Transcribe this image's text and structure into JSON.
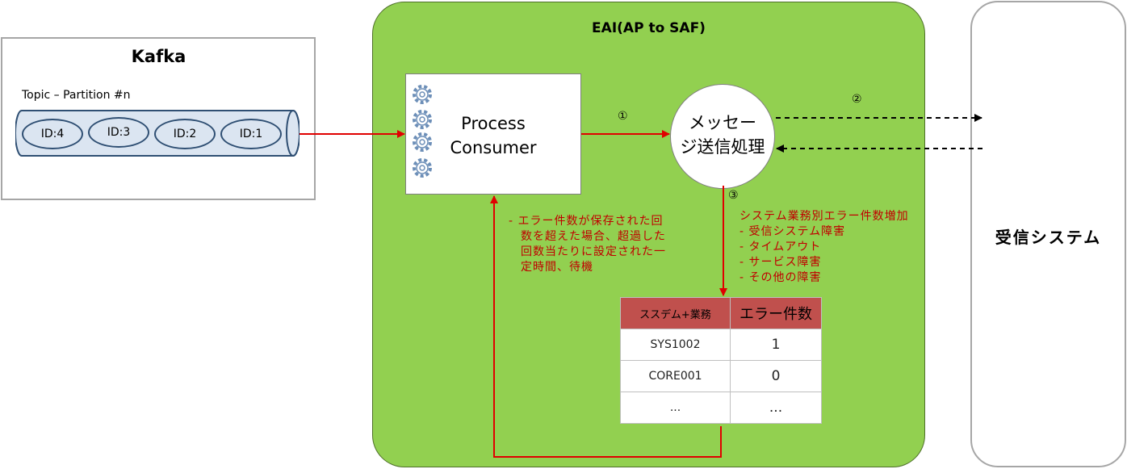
{
  "kafka": {
    "title": "Kafka",
    "topic_label": "Topic – Partition #n",
    "ids": [
      "ID:4",
      "ID:3",
      "ID:2",
      "ID:1"
    ]
  },
  "eai": {
    "title": "EAI(AP to SAF)"
  },
  "consumer": {
    "label": "Process\nConsumer"
  },
  "message": {
    "label": "メッセー\nジ送信処理"
  },
  "receiver": {
    "label": "受信システム"
  },
  "steps": {
    "one": "①",
    "two": "②",
    "three": "③"
  },
  "wait_note": "- エラー件数が保存された回\n　数を超えた場合、超過した\n　回数当たりに設定された一\n　定時間、待機",
  "error_note": "システム業務別エラー件数増加\n  - 受信システム障害\n  - タイムアウト\n  - サービス障害\n  - その他の障害",
  "table": {
    "headers": [
      "ススデム+業務",
      "エラー件数"
    ],
    "rows": [
      [
        "SYS1002",
        "1"
      ],
      [
        "CORE001",
        "0"
      ],
      [
        "...",
        "..."
      ]
    ]
  },
  "colors": {
    "eai_green": "#92d050",
    "arrow_red": "#e00000",
    "id_fill": "#dbe5f1",
    "table_header": "#c0504d"
  }
}
